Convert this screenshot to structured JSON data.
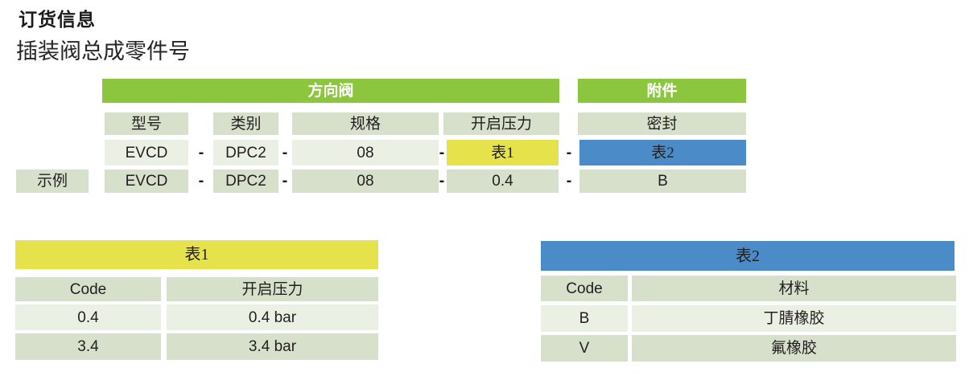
{
  "page": {
    "title": "订货信息",
    "subtitle": "插装阀总成零件号"
  },
  "colors": {
    "group_band_green": "#8cc63f",
    "table1_yellow": "#e6e24b",
    "table2_blue": "#4b8cc8",
    "cell_sage_green": "#d6e0cb",
    "cell_light_green": "#ebf0e5",
    "text_dark": "#231f20",
    "band_text_white": "#ffffff"
  },
  "builder": {
    "valve_group": "方向阀",
    "accessory_group": "附件",
    "columns": [
      "型号",
      "类别",
      "规格",
      "开启压力",
      "密封"
    ],
    "dash": "-",
    "code_row": [
      "EVCD",
      "DPC2",
      "08",
      "表1",
      "表2"
    ],
    "example_label": "示例",
    "example_row": [
      "EVCD",
      "DPC2",
      "08",
      "0.4",
      "B"
    ]
  },
  "table1": {
    "title": "表1",
    "headers": [
      "Code",
      "开启压力"
    ],
    "rows": [
      [
        "0.4",
        "0.4 bar"
      ],
      [
        "3.4",
        "3.4 bar"
      ]
    ]
  },
  "table2": {
    "title": "表2",
    "headers": [
      "Code",
      "材料"
    ],
    "rows": [
      [
        "B",
        "丁腈橡胶"
      ],
      [
        "V",
        "氟橡胶"
      ]
    ]
  }
}
